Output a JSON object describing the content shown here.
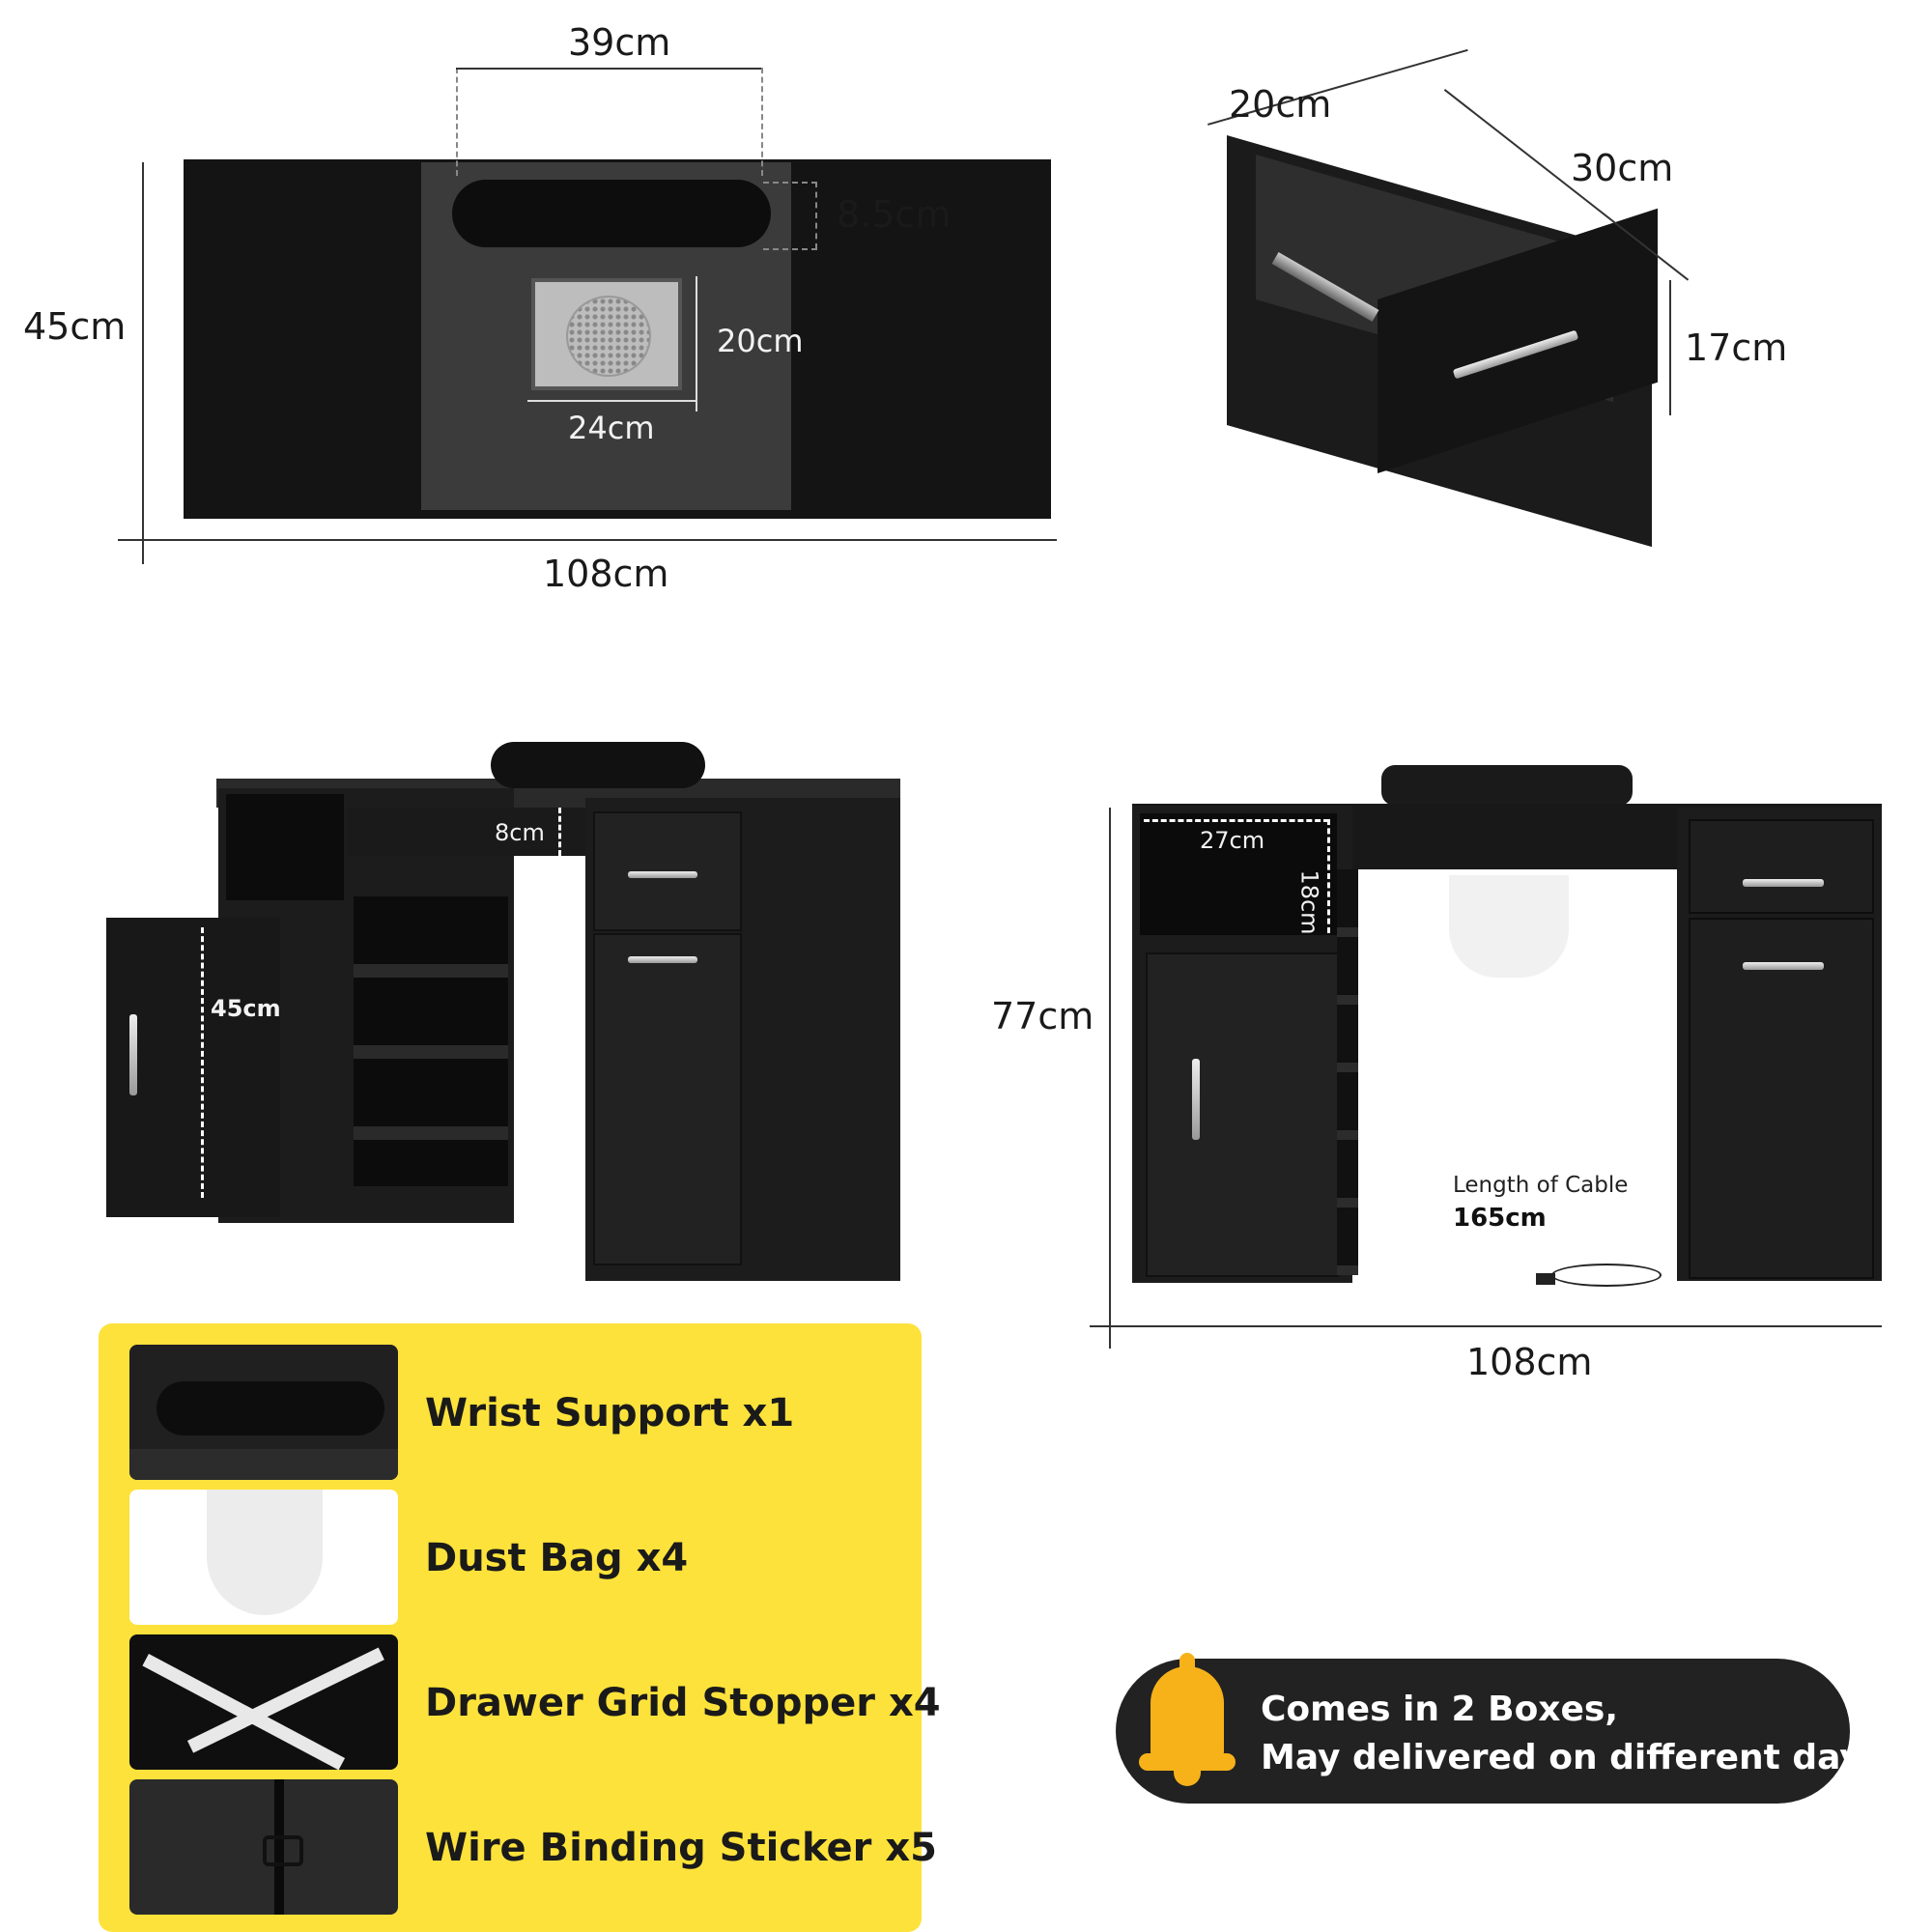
{
  "top_view": {
    "width_label": "108cm",
    "depth_label": "45cm",
    "wrist_width_label": "39cm",
    "wrist_height_label": "8.5cm",
    "fan_height_label": "20cm",
    "fan_width_label": "24cm"
  },
  "drawer": {
    "width_label": "20cm",
    "depth_label": "30cm",
    "height_label": "17cm"
  },
  "side_view": {
    "clearance_label": "8cm",
    "drawer_height_label": "45cm"
  },
  "front_view": {
    "shelf_width_label": "27cm",
    "shelf_height_label": "18cm",
    "height_label": "77cm",
    "width_label": "108cm",
    "cable_title": "Length of Cable",
    "cable_value": "165cm"
  },
  "accessories": [
    {
      "label": "Wrist Support x1",
      "icon": "wrist-support-image"
    },
    {
      "label": "Dust Bag x4",
      "icon": "dust-bag-image"
    },
    {
      "label": "Drawer Grid Stopper x4",
      "icon": "grid-stopper-image"
    },
    {
      "label": "Wire Binding Sticker x5",
      "icon": "wire-sticker-image"
    }
  ],
  "notice": {
    "icon": "bell-icon",
    "line1": "Comes in 2 Boxes,",
    "line2": "May delivered on different days"
  },
  "colors": {
    "panel": "#fde23b",
    "furniture": "#1c1c1c",
    "notice_bg": "#222222",
    "bell": "#f7b21a"
  }
}
